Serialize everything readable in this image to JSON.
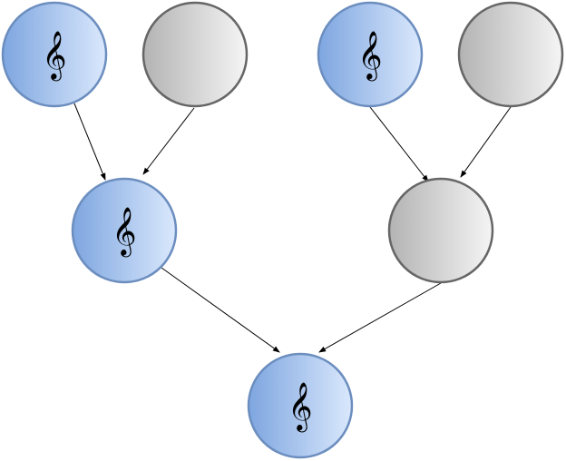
{
  "diagram": {
    "title": "",
    "nodes": [
      {
        "id": "top-1",
        "kind": "treble-clef-node",
        "icon": "treble-clef-icon",
        "glyph": "𝄞"
      },
      {
        "id": "top-2",
        "kind": "empty-node"
      },
      {
        "id": "top-3",
        "kind": "treble-clef-node",
        "icon": "treble-clef-icon",
        "glyph": "𝄞"
      },
      {
        "id": "top-4",
        "kind": "empty-node"
      },
      {
        "id": "mid-1",
        "kind": "treble-clef-node",
        "icon": "treble-clef-icon",
        "glyph": "𝄞"
      },
      {
        "id": "mid-2",
        "kind": "empty-node"
      },
      {
        "id": "bottom",
        "kind": "treble-clef-node",
        "icon": "treble-clef-icon",
        "glyph": "𝄞"
      }
    ],
    "edges": [
      {
        "from": "top-1",
        "to": "mid-1"
      },
      {
        "from": "top-2",
        "to": "mid-1"
      },
      {
        "from": "top-3",
        "to": "mid-2"
      },
      {
        "from": "top-4",
        "to": "mid-2"
      },
      {
        "from": "mid-1",
        "to": "bottom"
      },
      {
        "from": "mid-2",
        "to": "bottom"
      }
    ],
    "colors": {
      "blue_fill_start": "#7ea6e0",
      "blue_fill_end": "#dae8fc",
      "blue_stroke": "#6c8ebf",
      "gray_fill_start": "#b3b3b3",
      "gray_fill_end": "#f5f5f5",
      "gray_stroke": "#666666",
      "edge": "#000000"
    }
  }
}
